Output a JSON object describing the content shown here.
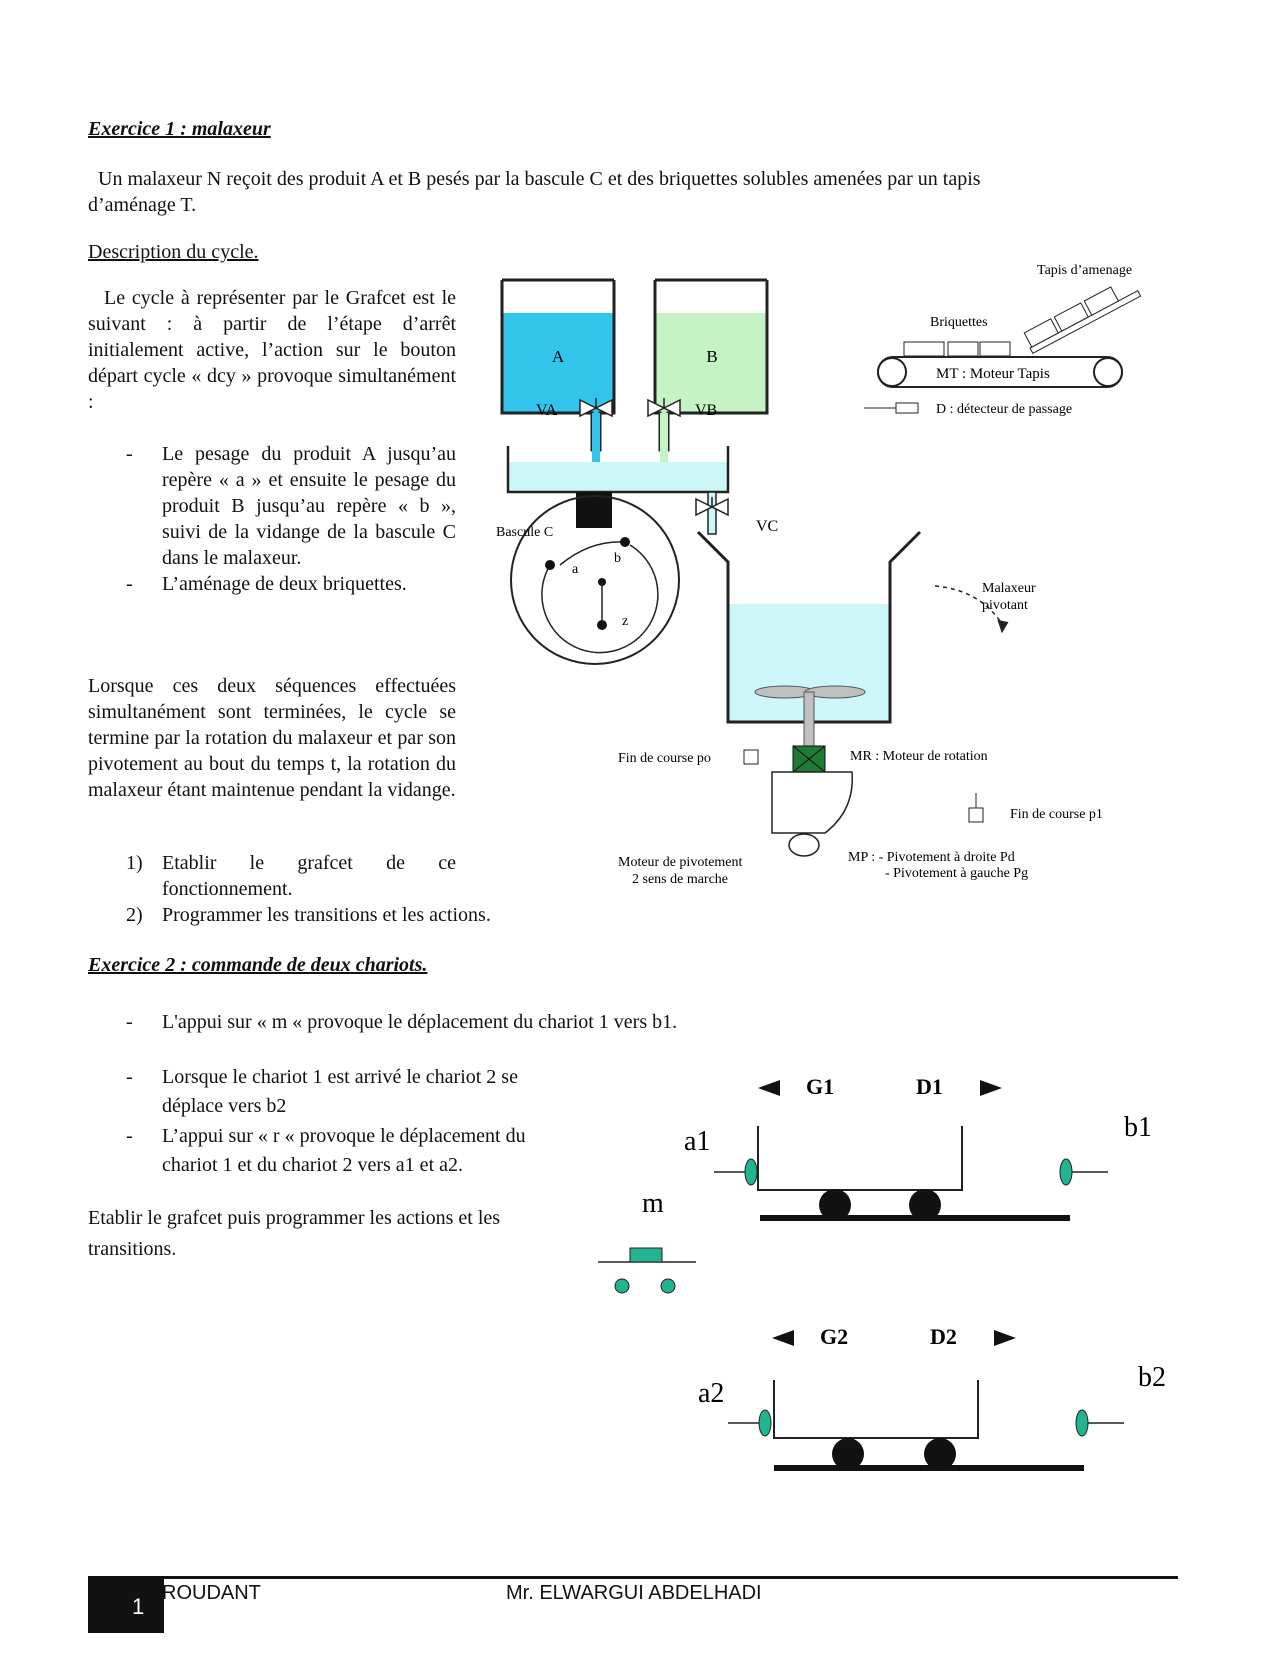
{
  "ex1": {
    "title": "Exercice 1 : malaxeur",
    "intro_1": "Un malaxeur N reçoit des produit A et B pesés par la bascule C et des briquettes solubles amenées par un tapis",
    "intro_2": "d’aménage T.",
    "desc_title": "Description du cycle.",
    "cycle_text": "Le cycle à représenter par le Grafcet est le suivant : à partir de l’étape d’arrêt initialement active, l’action sur le bouton départ cycle « dcy » provoque simultanément :",
    "bullets": [
      "Le pesage du produit A jusqu’au repère « a » et ensuite le pesage du produit B jusqu’au repère « b », suivi de la vidange de la bascule C dans le malaxeur.",
      "L’aménage de deux briquettes."
    ],
    "end_text": "Lorsque ces deux séquences effectuées simultanément sont terminées, le cycle se termine par la rotation du malaxeur et par son pivotement au bout du temps t, la rotation du malaxeur étant maintenue pendant la vidange.",
    "questions": [
      "Etablir le grafcet de ce fonctionnement.",
      "Programmer les transitions et les actions."
    ],
    "diagram": {
      "tank_a": "A",
      "tank_b": "B",
      "va": "VA",
      "vb": "VB",
      "vc": "VC",
      "bascule": "Bascule C",
      "tapis": "Tapis d’amenage",
      "briquettes": "Briquettes",
      "mt": "MT : Moteur Tapis",
      "detecteur": "D : détecteur de passage",
      "malaxeur": "Malaxeur",
      "pivotant": "pivotant",
      "fin_po": "Fin de course po",
      "mr": "MR : Moteur de rotation",
      "fin_p1": "Fin de course p1",
      "moteur_piv_1": "Moteur de pivotement",
      "moteur_piv_2": "2 sens de marche",
      "mp_1": "MP : - Pivotement à droite Pd",
      "mp_2": "- Pivotement à gauche Pg",
      "mark_a": "a",
      "mark_b": "b",
      "mark_z": "z"
    }
  },
  "ex2": {
    "title": "Exercice 2 : commande de deux chariots.",
    "bullet_1": "L'appui sur «  m «  provoque le déplacement du chariot 1 vers b1.",
    "bullet_2": "Lorsque le chariot 1 est arrivé   le chariot 2 se déplace vers b2",
    "bullet_3": "L’appui sur «  r «  provoque le déplacement du chariot 1 et du chariot 2 vers  a1  et  a2.",
    "final": "Etablir le grafcet puis programmer les actions et les transitions.",
    "diagram": {
      "g1": "G1",
      "d1": "D1",
      "a1": "a1",
      "b1": "b1",
      "m": "m",
      "g2": "G2",
      "d2": "D2",
      "a2": "a2",
      "b2": "b2"
    }
  },
  "footer": {
    "page": "1",
    "left": "ROUDANT",
    "center": "Mr. ELWARGUI ABDELHADI"
  },
  "colors": {
    "tank_a": "#33c4ec",
    "tank_b": "#c6f3c4",
    "light_blue": "#cdf6f8",
    "green": "#22b390",
    "motor": "#1e7a34"
  }
}
